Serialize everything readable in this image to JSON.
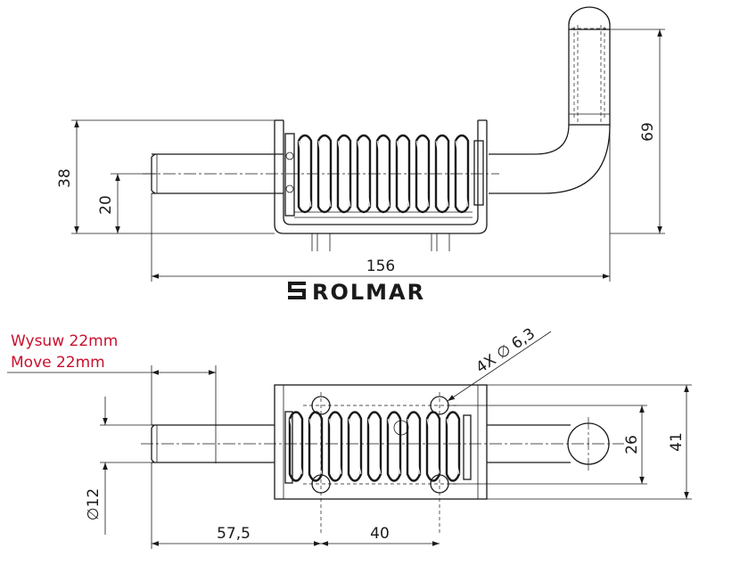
{
  "drawing": {
    "brand": "ROLMAR",
    "note_pl": "Wysuw 22mm",
    "note_en": "Move 22mm",
    "hole_callout": "4X ∅ 6,3",
    "diameter_label": "∅12",
    "dimensions": {
      "total_length": "156",
      "total_height": "69",
      "bracket_height": "38",
      "axis_height": "20",
      "pin_to_hole": "57,5",
      "hole_spacing_x": "40",
      "hole_spacing_y": "26",
      "base_width": "41"
    },
    "logo_icon": "rolmar-logo-icon",
    "line_color": "#1a1a1a",
    "note_color": "#c8102e"
  }
}
